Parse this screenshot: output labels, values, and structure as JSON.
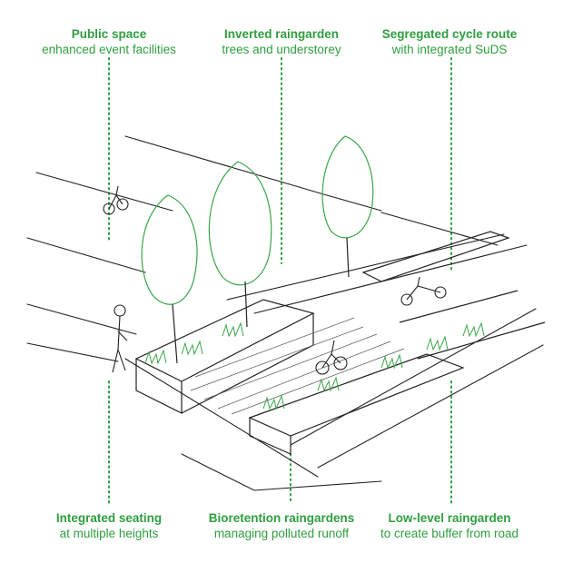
{
  "colors": {
    "accent_green": "#2f9e3f",
    "sketch_line": "#222222",
    "vegetation": "#3aa648",
    "background": "#ffffff"
  },
  "labels": {
    "public_space": {
      "title": "Public space",
      "sub": "enhanced event facilities"
    },
    "inverted_raingarden": {
      "title": "Inverted raingarden",
      "sub": "trees and understorey"
    },
    "cycle_route": {
      "title": "Segregated cycle route",
      "sub": "with integrated SuDS"
    },
    "integrated_seating": {
      "title": "Integrated seating",
      "sub": "at multiple heights"
    },
    "bioretention": {
      "title": "Bioretention raingardens",
      "sub": "managing polluted runoff"
    },
    "low_level": {
      "title": "Low-level raingarden",
      "sub": "to create buffer from road"
    }
  }
}
